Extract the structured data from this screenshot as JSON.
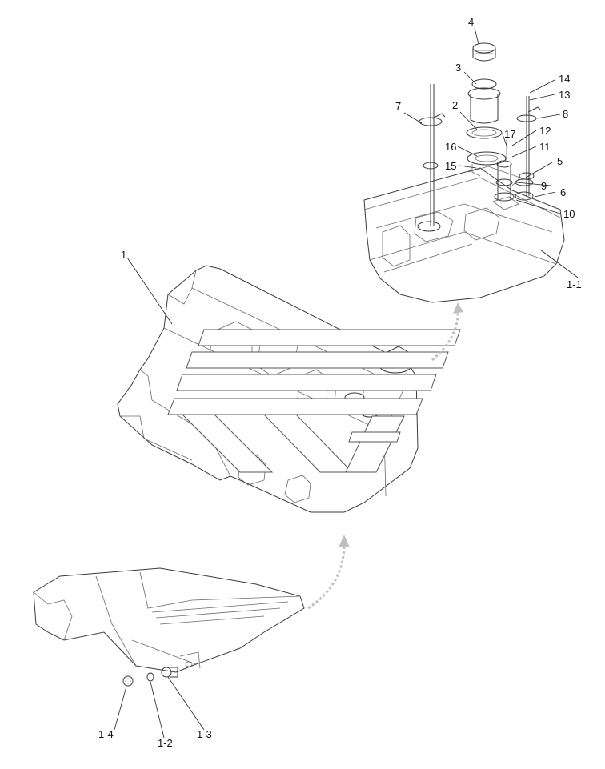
{
  "callouts": {
    "c1": "1",
    "c2": "2",
    "c3": "3",
    "c4": "4",
    "c5": "5",
    "c6": "6",
    "c7": "7",
    "c8": "8",
    "c9": "9",
    "c10": "10",
    "c11": "11",
    "c12": "12",
    "c13": "13",
    "c14": "14",
    "c15": "15",
    "c16": "16",
    "c17": "17",
    "c1_1": "1-1",
    "c1_2": "1-2",
    "c1_3": "1-3",
    "c1_4": "1-4"
  },
  "colors": {
    "line": "#3a3a3a",
    "watermark": "#555555",
    "arrow": "#bfbfbf"
  }
}
